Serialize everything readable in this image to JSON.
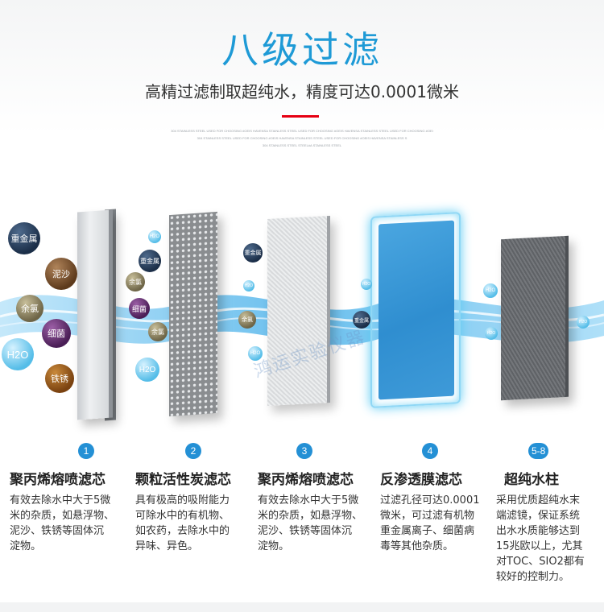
{
  "header": {
    "title": "八级过滤",
    "subtitle": "高精过滤制取超纯水，精度可达0.0001微米",
    "tiny_lines": [
      "304 STAINLESS STEEL USED FOR CHOOSING #OEIS HAVENSA STAINLESS STEEL USED FOR CHOOSING #OEIS HAVENSA STAINLESS STEEL USED FOR CHOOSING #OEI",
      "304 STAINLESS STEEL USED FOR CHOOSING #OEIS HAVENSA STAINLESS STEEL USED FOR CHOOSING #OEIS HAVENSA STAINLESS S",
      "304 STAINLESS STEEL STEEL#A STAINLESS STEEL"
    ]
  },
  "colors": {
    "accent": "#1e9ad6",
    "badge": "#2490d5",
    "rule": "#e60012"
  },
  "particles": {
    "metal": "重金属",
    "sand": "泥沙",
    "chlorine": "余氯",
    "bacteria": "细菌",
    "water": "H2O",
    "rust": "铁锈"
  },
  "watermark": "鸿运实验仪器",
  "steps": [
    {
      "badge": "1",
      "title": "聚丙烯熔喷滤芯",
      "desc": [
        "有效去除水中大于5微",
        "米的杂质，如悬浮物、",
        "泥沙、铁锈等固体沉",
        "淀物。"
      ]
    },
    {
      "badge": "2",
      "title": "颗粒活性炭滤芯",
      "desc": [
        "具有极高的吸附能力",
        "可除水中的有机物、",
        "如农药，去除水中的",
        "异味、异色。"
      ]
    },
    {
      "badge": "3",
      "title": "聚丙烯熔喷滤芯",
      "desc": [
        "有效去除水中大于5微",
        "米的杂质，如悬浮物、",
        "泥沙、铁锈等固体沉",
        "淀物。"
      ]
    },
    {
      "badge": "4",
      "title": "反渗透膜滤芯",
      "desc": [
        "过滤孔径可达0.0001",
        "微米，可过滤有机物",
        "重金属离子、细菌病",
        "毒等其他杂质。"
      ]
    },
    {
      "badge": "5-8",
      "title": "超纯水柱",
      "desc": [
        "采用优质超纯水末",
        "端滤镜，保证系统",
        "出水水质能够达到",
        "15兆欧以上，尤其",
        "对TOC、SIO2都有",
        "较好的控制力。"
      ]
    }
  ]
}
